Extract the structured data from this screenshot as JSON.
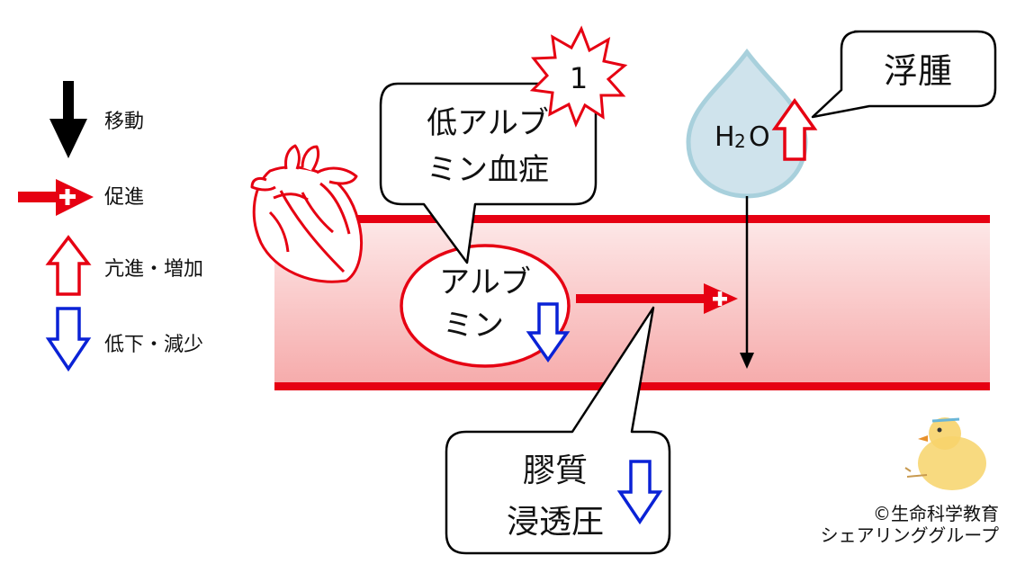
{
  "legend": {
    "move_label": "移動",
    "promote_label": "促進",
    "increase_label": "亢進・増加",
    "decrease_label": "低下・減少"
  },
  "callout_hypoalbuminemia": {
    "badge_number": "1",
    "line1": "低アルブ",
    "line2": "ミン血症"
  },
  "albumin_cell": {
    "line1": "アルブ",
    "line2": "ミン"
  },
  "water_drop": {
    "h_text": "H",
    "sub_text": "2",
    "o_text": "O"
  },
  "callout_edema": {
    "label": "浮腫"
  },
  "callout_pressure": {
    "line1": "膠質",
    "line2": "浸透圧"
  },
  "credit": {
    "line1": "©生命科学教育",
    "line2": "シェアリンググループ"
  },
  "colors": {
    "red": "#e60012",
    "blue": "#0a22d6",
    "vessel_fill": "#fbd4d4",
    "drop_fill": "#cfe3ec",
    "drop_stroke": "#a8d0dc"
  }
}
